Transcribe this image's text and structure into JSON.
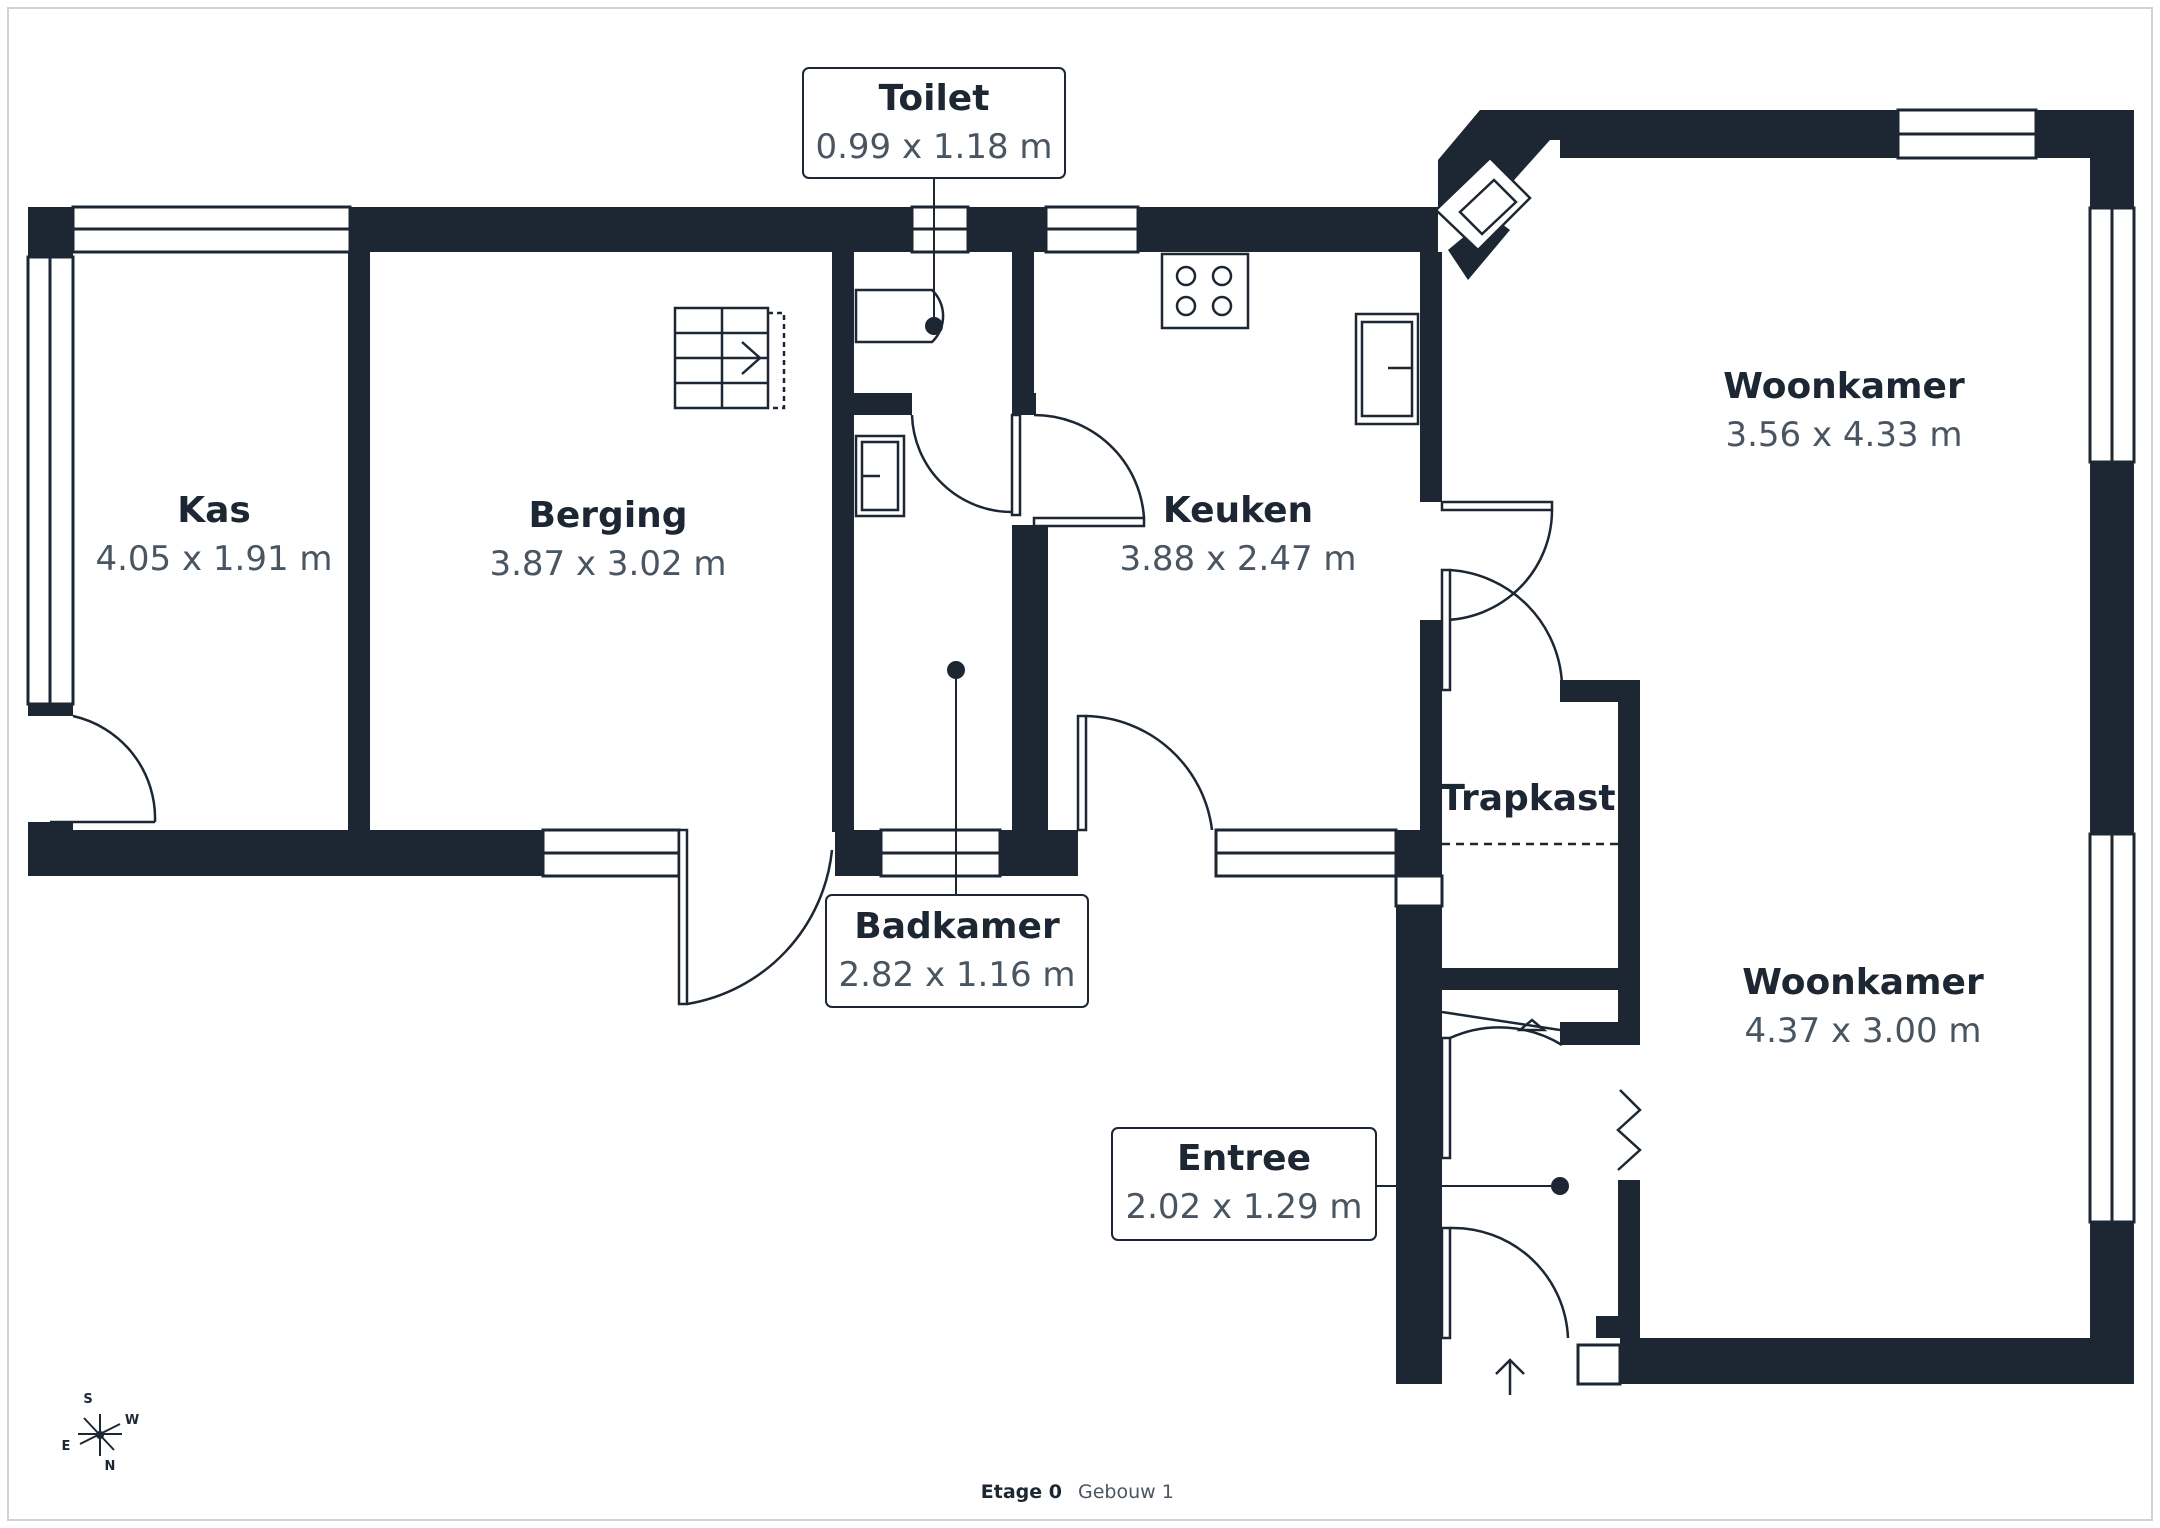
{
  "colors": {
    "wall": "#1c2733",
    "paper": "#ffffff",
    "frame": "#cfd3d8",
    "label_border": "#1c2733"
  },
  "rooms": [
    {
      "id": "kas",
      "name": "Kas",
      "dims": "4.05 x 1.91 m"
    },
    {
      "id": "berging",
      "name": "Berging",
      "dims": "3.87 x 3.02 m"
    },
    {
      "id": "toilet",
      "name": "Toilet",
      "dims": "0.99 x 1.18 m"
    },
    {
      "id": "keuken",
      "name": "Keuken",
      "dims": "3.88 x 2.47 m"
    },
    {
      "id": "badkamer",
      "name": "Badkamer",
      "dims": "2.82 x 1.16 m"
    },
    {
      "id": "woonkamer1",
      "name": "Woonkamer",
      "dims": "3.56 x 4.33 m"
    },
    {
      "id": "trapkast",
      "name": "Trapkast",
      "dims": ""
    },
    {
      "id": "woonkamer2",
      "name": "Woonkamer",
      "dims": "4.37 x 3.00 m"
    },
    {
      "id": "entree",
      "name": "Entree",
      "dims": "2.02 x 1.29 m"
    }
  ],
  "compass": {
    "s": "S",
    "w": "W",
    "e": "E",
    "n": "N"
  },
  "footer": {
    "floor": "Etage 0",
    "building": "Gebouw 1"
  }
}
